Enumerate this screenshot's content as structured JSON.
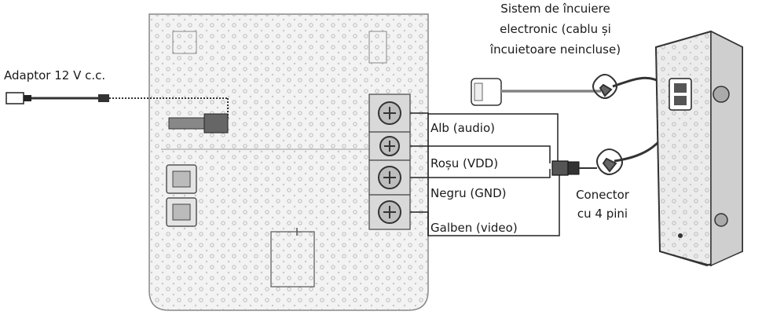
{
  "labels": {
    "adaptor": "Adaptor 12 V c.c.",
    "lock_line1": "Sistem de încuiere",
    "lock_line2": "electronic (cablu și",
    "lock_line3": "încuietoare neincluse)",
    "wire_white": "Alb (audio)",
    "wire_red": "Roșu (VDD)",
    "wire_black": "Negru (GND)",
    "wire_yellow": "Galben (video)",
    "connector_line1": "Conector",
    "connector_line2": "cu 4 pini"
  }
}
